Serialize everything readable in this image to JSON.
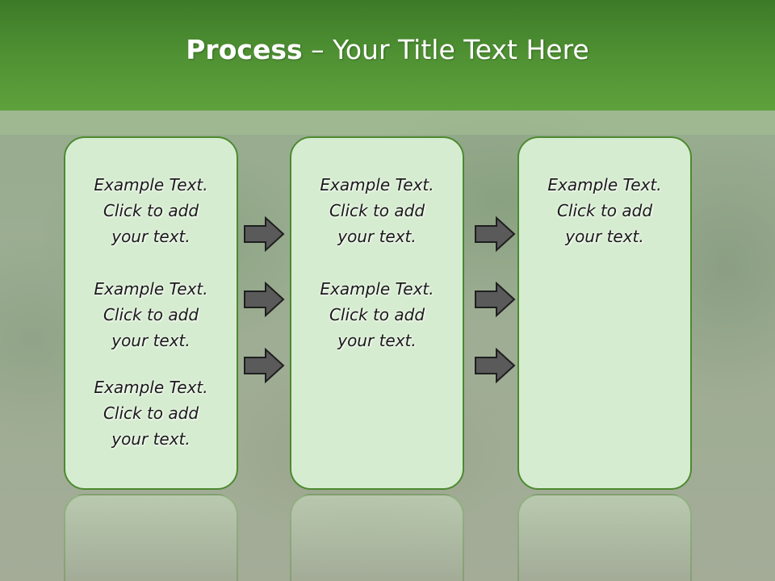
{
  "header": {
    "title_bold": "Process",
    "title_rest": " – Your Title Text Here"
  },
  "colors": {
    "header_green": "#4f9133",
    "box_fill": "#d6ecd0",
    "box_border": "#4c8a30",
    "arrow_fill": "#5a5a5a"
  },
  "columns": [
    {
      "blocks": [
        {
          "line1": "Example Text.",
          "line2": "Click  to add",
          "line3": "your text."
        },
        {
          "line1": "Example Text.",
          "line2": "Click  to add",
          "line3": "your text."
        },
        {
          "line1": "Example Text.",
          "line2": "Click  to add",
          "line3": "your text."
        }
      ]
    },
    {
      "blocks": [
        {
          "line1": "Example Text.",
          "line2": "Click  to add",
          "line3": "your text."
        },
        {
          "line1": "Example Text.",
          "line2": "Click  to add",
          "line3": "your text."
        }
      ]
    },
    {
      "blocks": [
        {
          "line1": "Example Text.",
          "line2": "Click  to add",
          "line3": "your text."
        }
      ]
    }
  ],
  "arrows": {
    "icon": "right-arrow-icon"
  }
}
